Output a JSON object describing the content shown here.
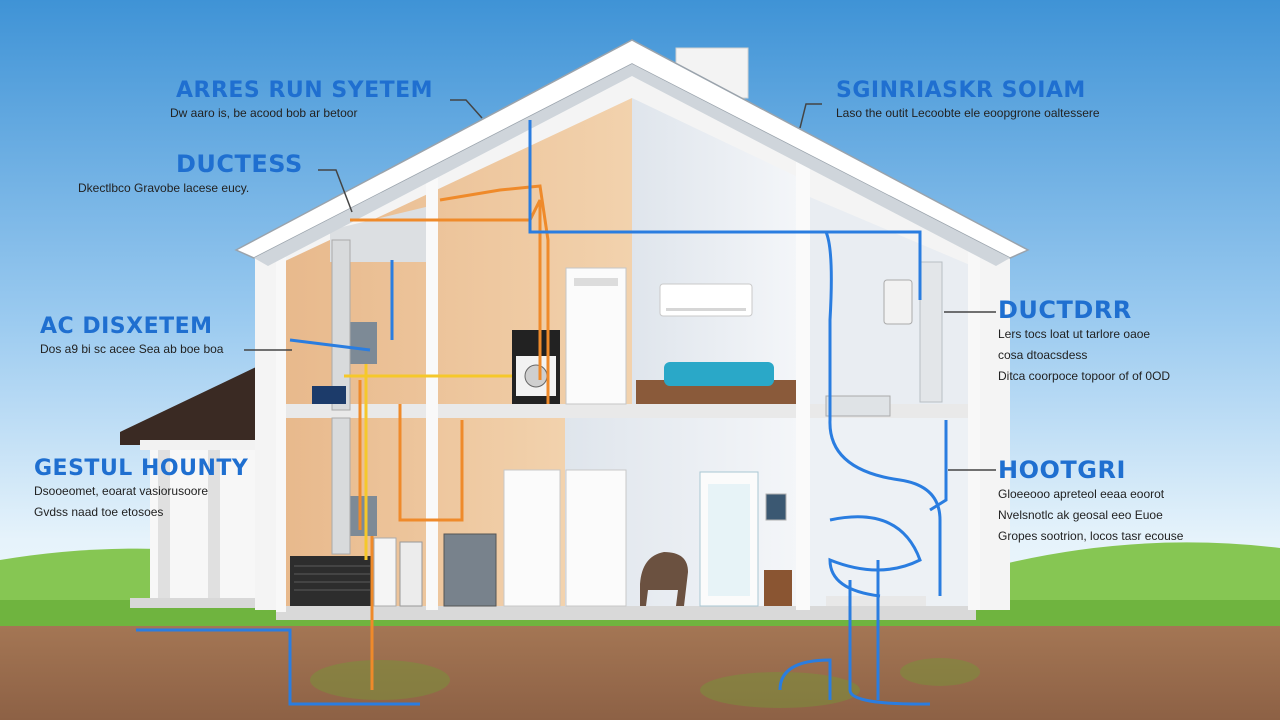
{
  "colors": {
    "label_blue": "#1f6fd0",
    "pipe_blue": "#2a7de0",
    "pipe_orange": "#ef8a2a",
    "pipe_yellow": "#f5c82a",
    "sky_top": "#4f9fd8",
    "grass": "#7cc247",
    "soil": "#9a6b4a"
  },
  "callouts": [
    {
      "id": "air",
      "title": "ARRES RUN SYETEM",
      "lines": [
        "Dw aaro is, be acood bob ar betoor"
      ]
    },
    {
      "id": "duc",
      "title": "DUCTESS",
      "lines": [
        "Dkectlbco Gravobe lacese eucy."
      ]
    },
    {
      "id": "ac",
      "title": "AC  DISXETEM",
      "lines": [
        "Dos a9 bi sc acee Sea ab boe boa"
      ]
    },
    {
      "id": "gest",
      "title": "GESTUL HOUNTY",
      "lines": [
        "Dsooeomet, eoarat vasiorusoore",
        "Gvdss naad toe etosoes"
      ]
    },
    {
      "id": "sig",
      "title": "SGINRIASKR SOIAM",
      "lines": [
        "Laso the outit Lecoobte ele eoopgrone oaltessere"
      ]
    },
    {
      "id": "ductr",
      "title": "DUCTDRR",
      "lines": [
        "Lers tocs loat ut tarlore oaoe",
        "cosa dtoacsdess",
        "Ditca coorpoce  topoor of of 0OD"
      ]
    },
    {
      "id": "hoot",
      "title": "HOOTGRI",
      "lines": [
        "Gloeeooo apreteol eeaa eoorot",
        "Nvelsnotlc ak geosal eeo Euoe",
        "Gropes sootrion, locos tasr ecouse"
      ]
    }
  ]
}
